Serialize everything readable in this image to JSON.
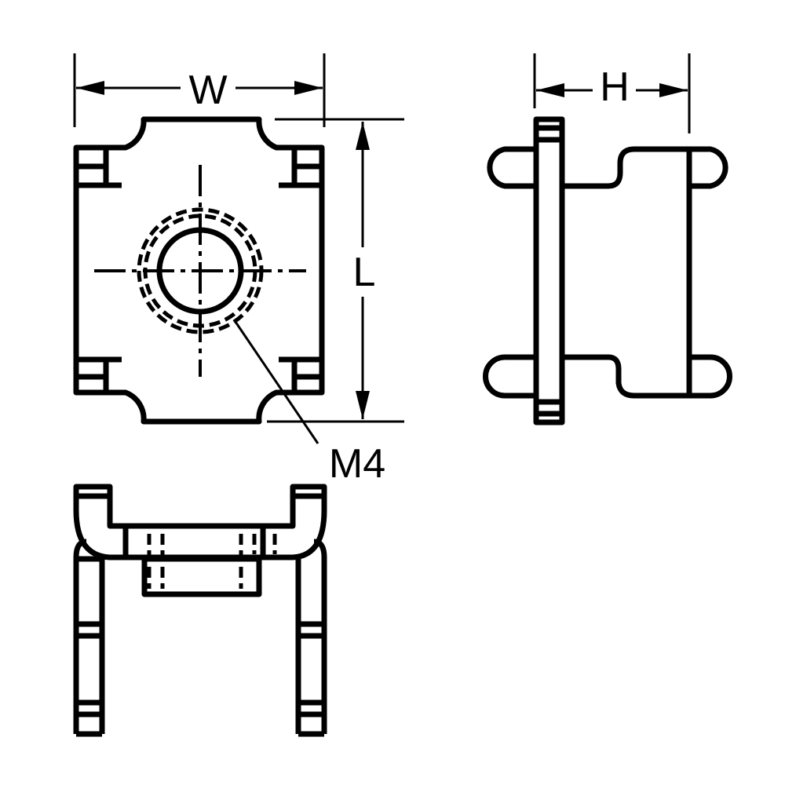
{
  "dimensions": {
    "width_label": "W",
    "height_label": "H",
    "length_label": "L",
    "thread_label": "M4"
  },
  "colors": {
    "line": "#000000",
    "background": "#ffffff"
  }
}
